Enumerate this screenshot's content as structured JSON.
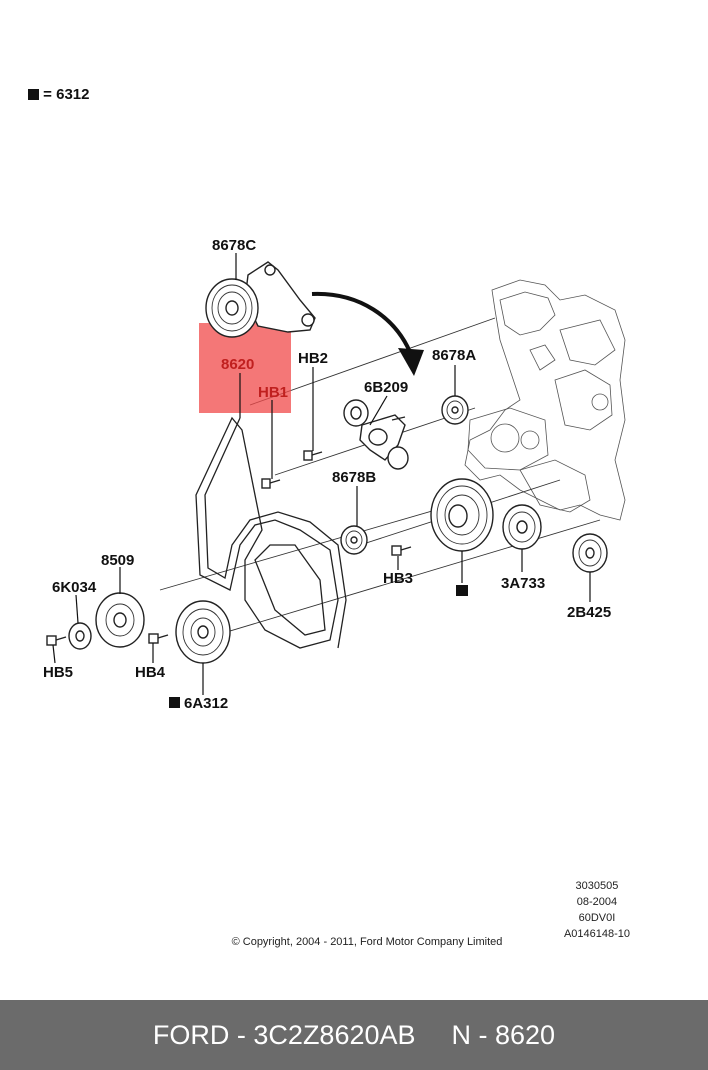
{
  "legend": {
    "symbol": "■",
    "equals": "=",
    "part": "6312"
  },
  "callouts": {
    "c8678C": "8678C",
    "c8620": "8620",
    "cHB2": "HB2",
    "cHB1": "HB1",
    "c6B209": "6B209",
    "c8678A": "8678A",
    "c8678B": "8678B",
    "c8509": "8509",
    "c6K034": "6K034",
    "cHB3": "HB3",
    "c3A733": "3A733",
    "cHB5": "HB5",
    "cHB4": "HB4",
    "c6A312": "6A312",
    "c2B425": "2B425"
  },
  "codes": [
    "3030505",
    "08-2004",
    "60DV0I",
    "A0146148-10"
  ],
  "copyright": "© Copyright, 2004 - 2011, Ford Motor Company Limited",
  "footer": {
    "brand_part": "FORD - 3C2Z8620AB",
    "ref": "N - 8620"
  },
  "colors": {
    "highlight": "#f04a4a",
    "footer_bg": "#6b6b6b"
  }
}
